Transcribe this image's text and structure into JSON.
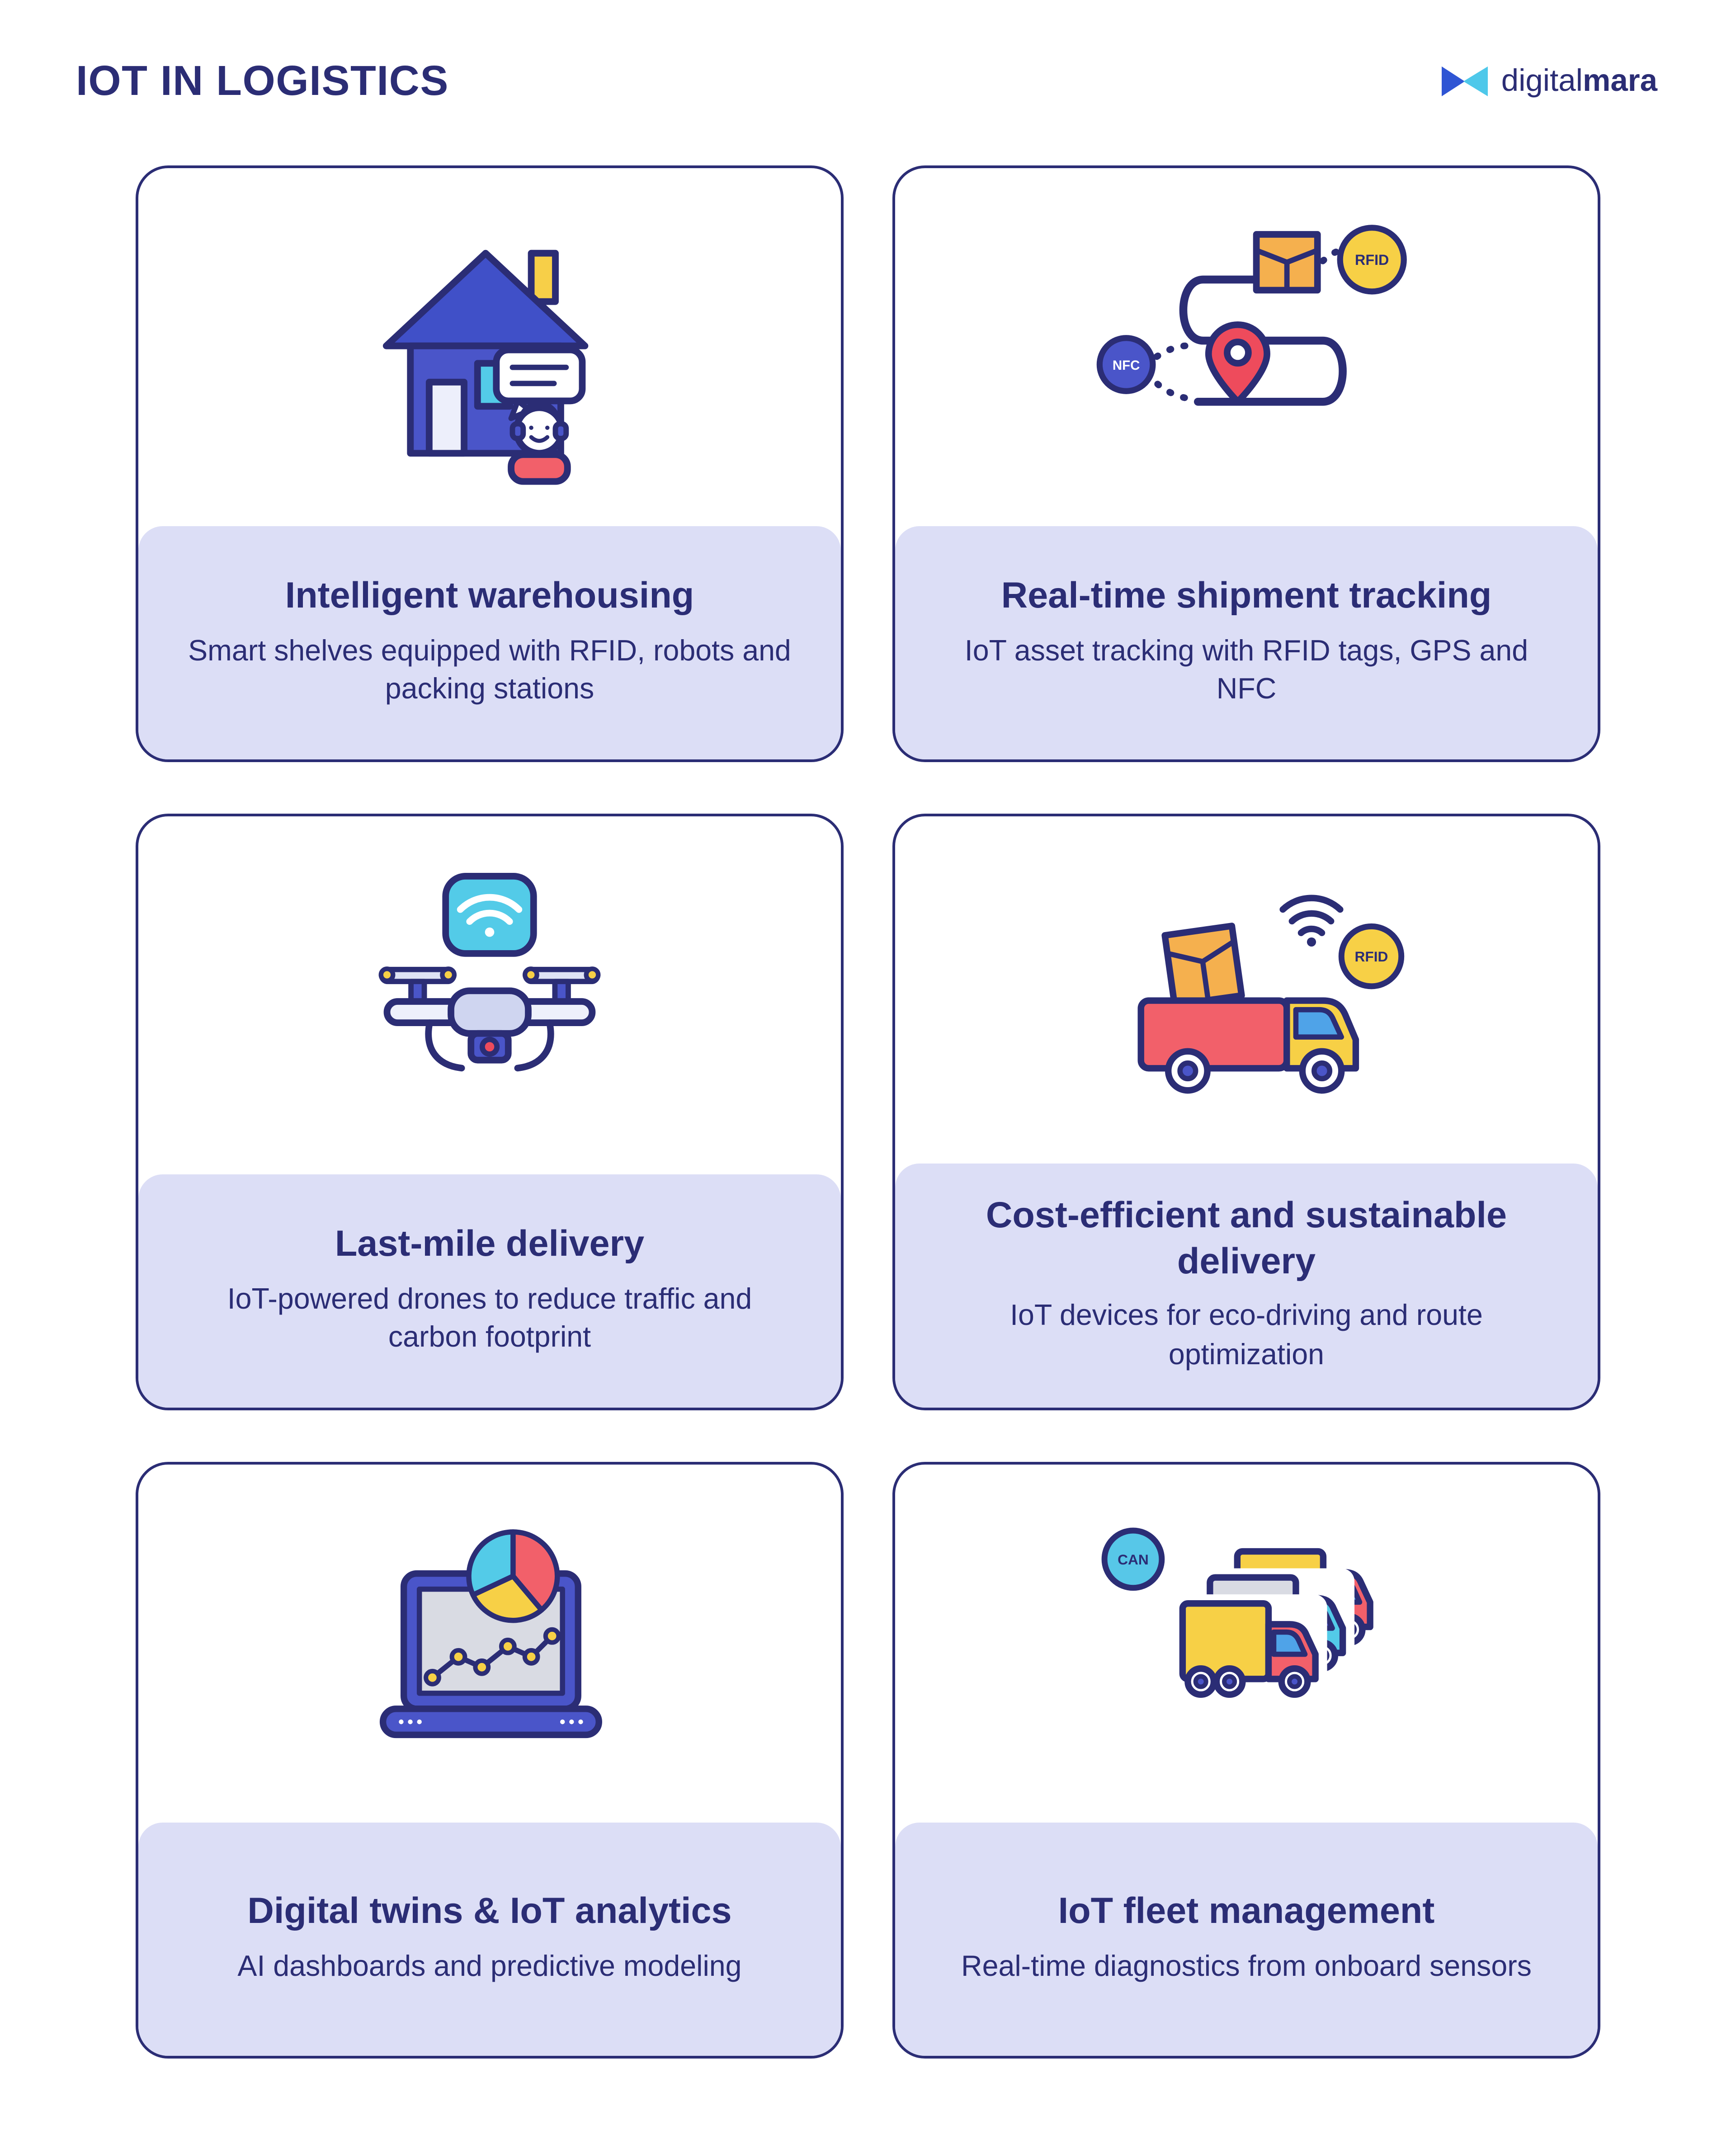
{
  "header": {
    "title": "IOT IN LOGISTICS",
    "logo": {
      "name_regular": "digital",
      "name_bold": "mara"
    }
  },
  "palette": {
    "navy_outline": "#2b2d75",
    "indigo": "#4a55c9",
    "blue": "#4050c8",
    "cyan": "#53cbe8",
    "yellow": "#f7d046",
    "orange": "#f5b04e",
    "coral": "#f2606a",
    "pin_red": "#ee4b5c",
    "panel_lavender": "#dcdef6",
    "card_bg": "#ffffff"
  },
  "cards": [
    {
      "id": "intelligent-warehousing",
      "icon": "warehouse-robot",
      "title": "Intelligent warehousing",
      "description": "Smart shelves equipped with RFID, robots and packing stations"
    },
    {
      "id": "real-time-shipment-tracking",
      "icon": "shipment-route",
      "title": "Real-time shipment tracking",
      "description": "IoT asset tracking with RFID tags, GPS and NFC",
      "badges": [
        "RFID",
        "NFC"
      ]
    },
    {
      "id": "last-mile-delivery",
      "icon": "iot-drone",
      "title": "Last-mile delivery",
      "description": "IoT-powered drones to reduce traffic and carbon footprint"
    },
    {
      "id": "cost-efficient-sustainable-delivery",
      "icon": "delivery-truck",
      "title": "Cost-efficient and sustainable delivery",
      "description": "IoT devices for eco-driving and route optimization",
      "badges": [
        "RFID"
      ]
    },
    {
      "id": "digital-twins-iot-analytics",
      "icon": "laptop-analytics",
      "title": "Digital twins & IoT analytics",
      "description": "AI dashboards and predictive modeling"
    },
    {
      "id": "iot-fleet-management",
      "icon": "fleet-trucks",
      "title": "IoT fleet management",
      "description": "Real-time diagnostics from onboard sensors",
      "badges": [
        "CAN"
      ]
    }
  ]
}
